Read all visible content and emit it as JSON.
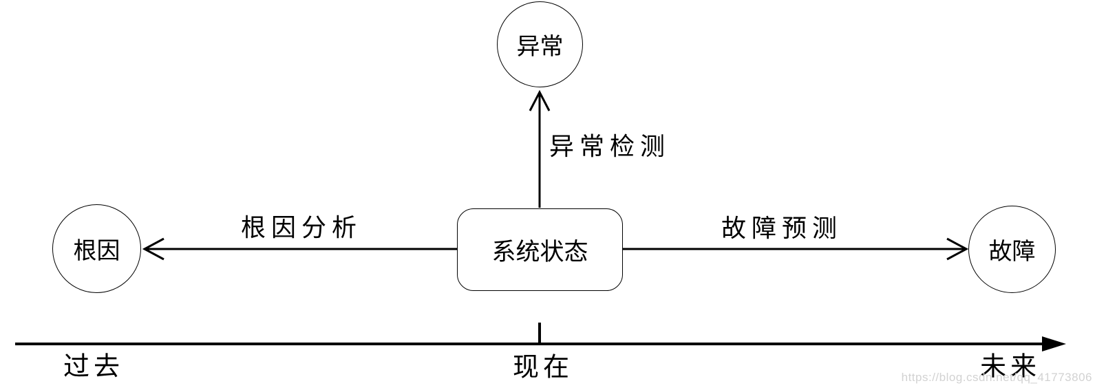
{
  "diagram": {
    "nodes": {
      "system_state": {
        "label": "系统状态",
        "shape": "rounded-rectangle"
      },
      "anomaly": {
        "label": "异常",
        "shape": "circle"
      },
      "root_cause": {
        "label": "根因",
        "shape": "circle"
      },
      "fault": {
        "label": "故障",
        "shape": "circle"
      }
    },
    "edges": [
      {
        "from": "system_state",
        "to": "anomaly",
        "label": "异常检测",
        "direction": "up"
      },
      {
        "from": "system_state",
        "to": "root_cause",
        "label": "根因分析",
        "direction": "left"
      },
      {
        "from": "system_state",
        "to": "fault",
        "label": "故障预测",
        "direction": "right"
      }
    ],
    "timeline": {
      "past": "过去",
      "present": "现在",
      "future": "未来",
      "arrow_direction": "right"
    },
    "watermark": "https://blog.csdn.net/qq_41773806",
    "colors": {
      "stroke": "#000000",
      "background": "#ffffff",
      "watermark_text": "#d2d2d2"
    }
  }
}
